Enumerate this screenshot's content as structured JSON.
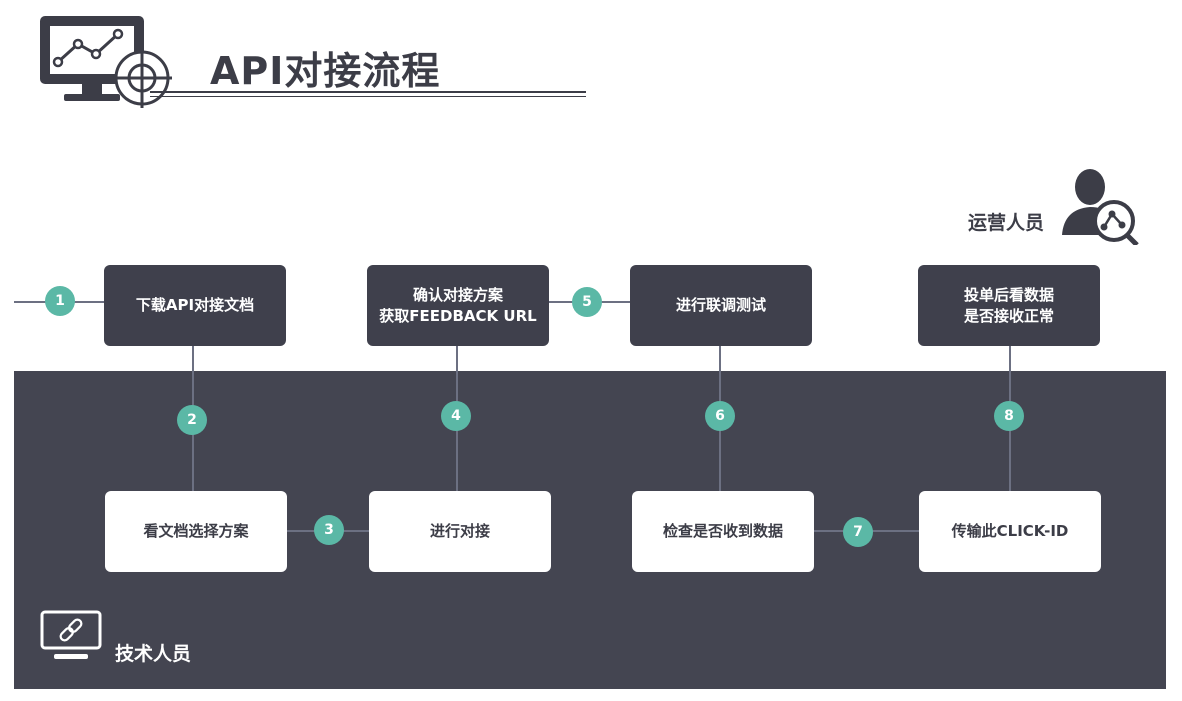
{
  "title": "API对接流程",
  "roles": {
    "operations": "运营人员",
    "technical": "技术人员"
  },
  "icons": {
    "header": "monitor-chart-target-icon",
    "operations": "person-analytics-icon",
    "technical": "monitor-link-icon"
  },
  "colors": {
    "dark_box": "#3f404c",
    "band": "#444551",
    "step_circle": "#5bb8a6",
    "connector": "#6c7082"
  },
  "boxes": {
    "download_docs": "下载API对接文档",
    "confirm_plan": "确认对接方案\n获取FEEDBACK URL",
    "joint_test": "进行联调测试",
    "check_after_launch": "投单后看数据\n是否接收正常",
    "choose_plan": "看文档选择方案",
    "integrate": "进行对接",
    "check_data": "检查是否收到数据",
    "send_click_id": "传输此CLICK-ID"
  },
  "steps": [
    "1",
    "2",
    "3",
    "4",
    "5",
    "6",
    "7",
    "8"
  ]
}
